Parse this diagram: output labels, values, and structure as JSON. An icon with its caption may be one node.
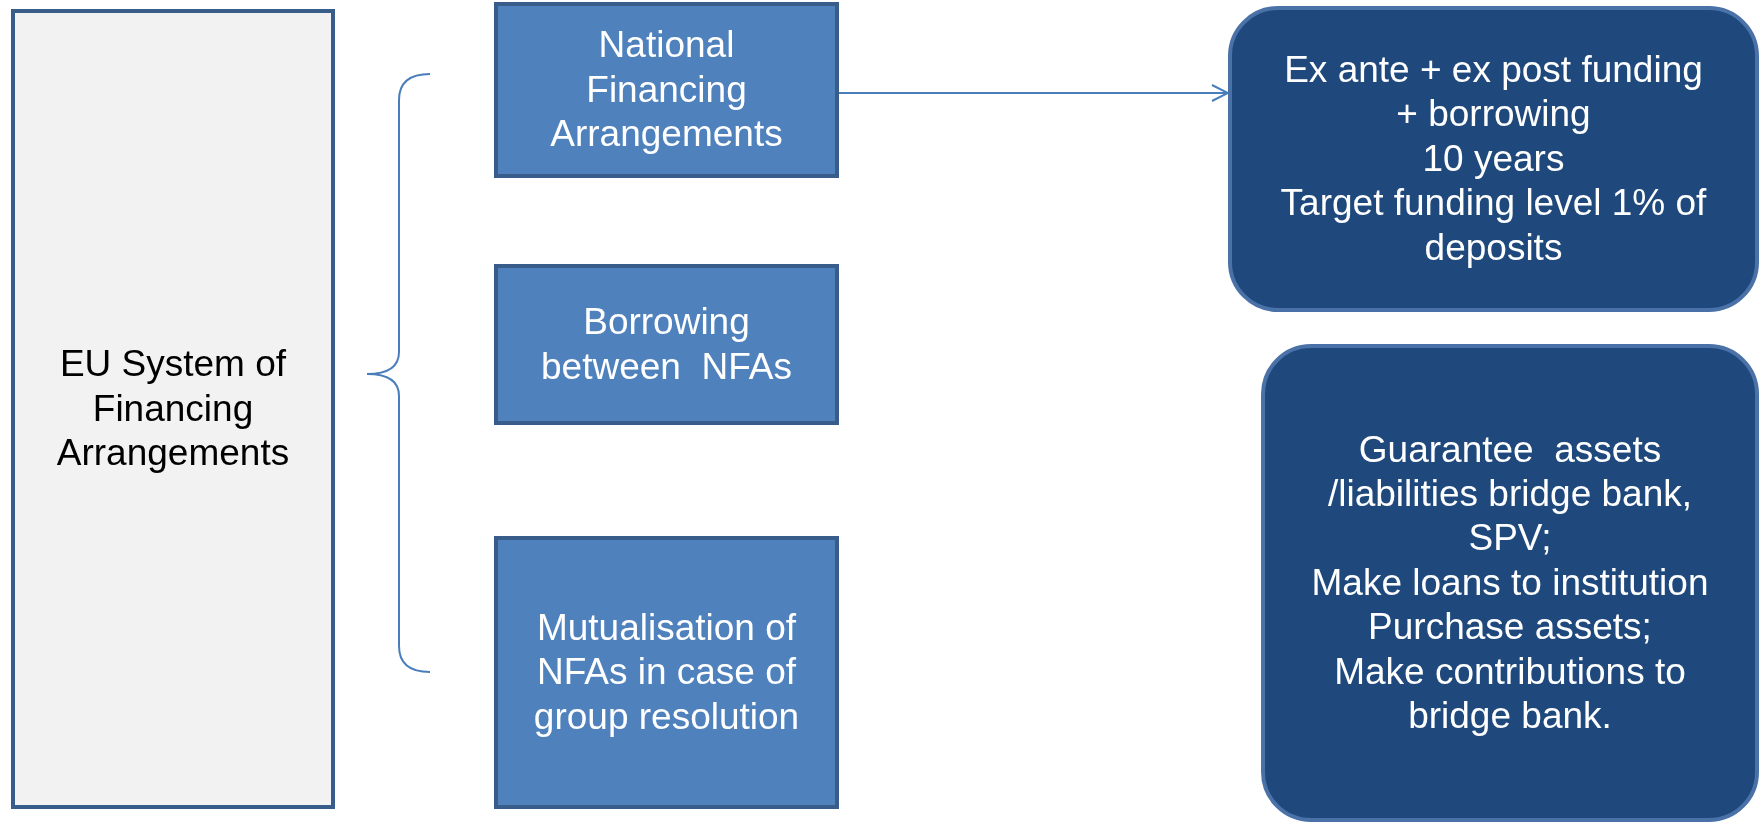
{
  "diagram": {
    "nodes": [
      {
        "text": [
          "EU System of Financing Arrangements"
        ]
      },
      {
        "text": [
          "National Financing Arrangements"
        ]
      },
      {
        "text": [
          "Borrowing between  NFAs"
        ]
      },
      {
        "text": [
          "Mutualisation of  NFAs in case of group resolution"
        ]
      },
      {
        "text": [
          "Ex ante + ex post funding + borrowing",
          "10 years",
          "Target funding level 1% of deposits"
        ]
      },
      {
        "text": [
          "Guarantee  assets /liabilities bridge bank, SPV;",
          "Make loans to institution",
          "Purchase assets;",
          "Make contributions to bridge bank."
        ]
      }
    ],
    "edges": [
      {
        "from": 1,
        "to": 4,
        "arrow": "to"
      }
    ]
  }
}
